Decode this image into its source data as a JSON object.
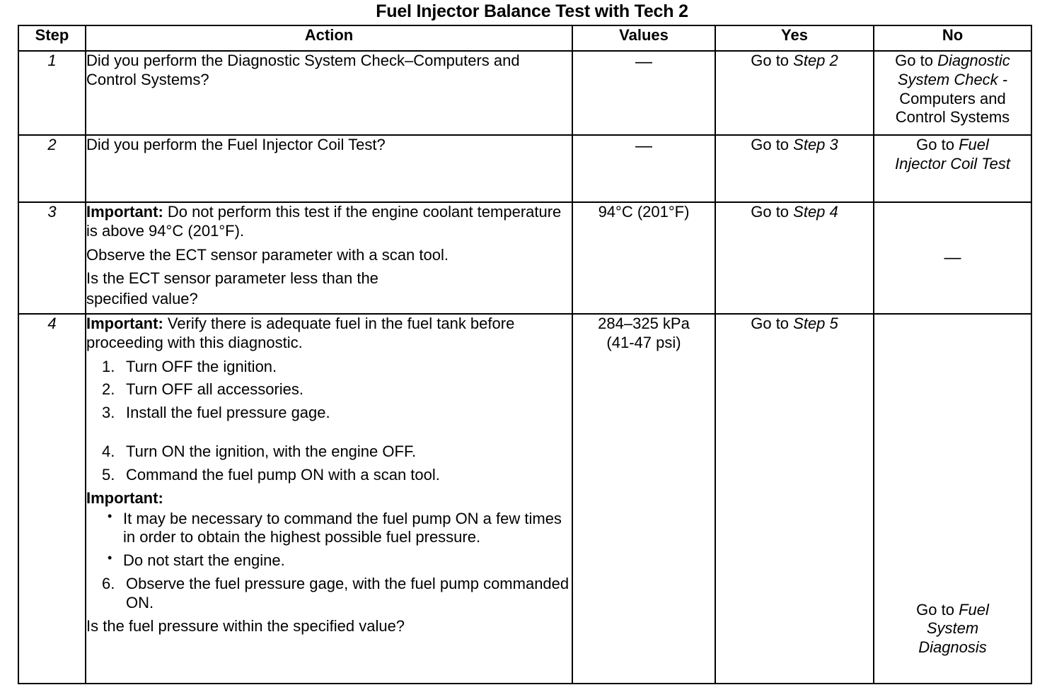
{
  "document": {
    "title": "Fuel Injector Balance Test with Tech 2"
  },
  "table": {
    "headers": {
      "step": "Step",
      "action": "Action",
      "values": "Values",
      "yes": "Yes",
      "no": "No"
    },
    "rows": [
      {
        "step": "1",
        "action": {
          "paragraphs": [
            {
              "text": "Did you perform the Diagnostic System Check–Computers and Control Systems?"
            }
          ]
        },
        "values": "—",
        "yes": {
          "prefix": "Go to ",
          "italic": "Step 2"
        },
        "no": {
          "line1_prefix": "Go to ",
          "line1_italic": "Diagnostic",
          "line2_italic": "System Check -",
          "line3": "Computers and",
          "line4": "Control Systems"
        }
      },
      {
        "step": "2",
        "action": {
          "paragraphs": [
            {
              "text": "Did you perform the Fuel Injector Coil Test?"
            }
          ]
        },
        "values": "—",
        "yes": {
          "prefix": "Go to ",
          "italic": "Step 3"
        },
        "no": {
          "line1_prefix": "Go to ",
          "line1_italic": "Fuel",
          "line2_italic": "Injector Coil Test"
        }
      },
      {
        "step": "3",
        "action": {
          "important_label": "Important:",
          "important_text": " Do not perform this test if the engine coolant temperature is above 94°C (201°F).",
          "para2": "Observe the ECT sensor parameter with a scan tool.",
          "para3_line1": "Is the ECT sensor parameter less than the",
          "para3_line2": "specified value?"
        },
        "values": "94°C (201°F)",
        "yes": {
          "prefix": "Go to ",
          "italic": "Step 4"
        },
        "no": {
          "dash": "—"
        }
      },
      {
        "step": "4",
        "action": {
          "important_label": "Important:",
          "important_text": " Verify there is adequate fuel in the fuel tank before proceeding with this diagnostic.",
          "numbered_1": {
            "num": "1.",
            "text": "Turn OFF the ignition."
          },
          "numbered_2": {
            "num": "2.",
            "text": "Turn OFF all accessories."
          },
          "numbered_3": {
            "num": "3.",
            "text": "Install the fuel pressure gage."
          },
          "numbered_4": {
            "num": "4.",
            "text": "Turn ON the ignition, with the engine OFF."
          },
          "numbered_5": {
            "num": "5.",
            "text": "Command the fuel pump ON with a scan tool."
          },
          "important_label2": "Important:",
          "bullet_1": "It may be necessary to command the fuel pump ON a few times in order to obtain the highest possible fuel pressure.",
          "bullet_2": "Do not start the engine.",
          "numbered_6": {
            "num": "6.",
            "text": "Observe the fuel pressure gage, with the fuel pump commanded ON."
          },
          "question": "Is the fuel pressure within the specified value?"
        },
        "values_line1": "284–325 kPa",
        "values_line2": "(41-47 psi)",
        "yes": {
          "prefix": "Go to ",
          "italic": "Step 5"
        },
        "no": {
          "line1_prefix": "Go to ",
          "line1_italic": "Fuel",
          "line2_italic": "System",
          "line3_italic": "Diagnosis"
        }
      }
    ]
  },
  "icons": {
    "bullet": "•"
  }
}
